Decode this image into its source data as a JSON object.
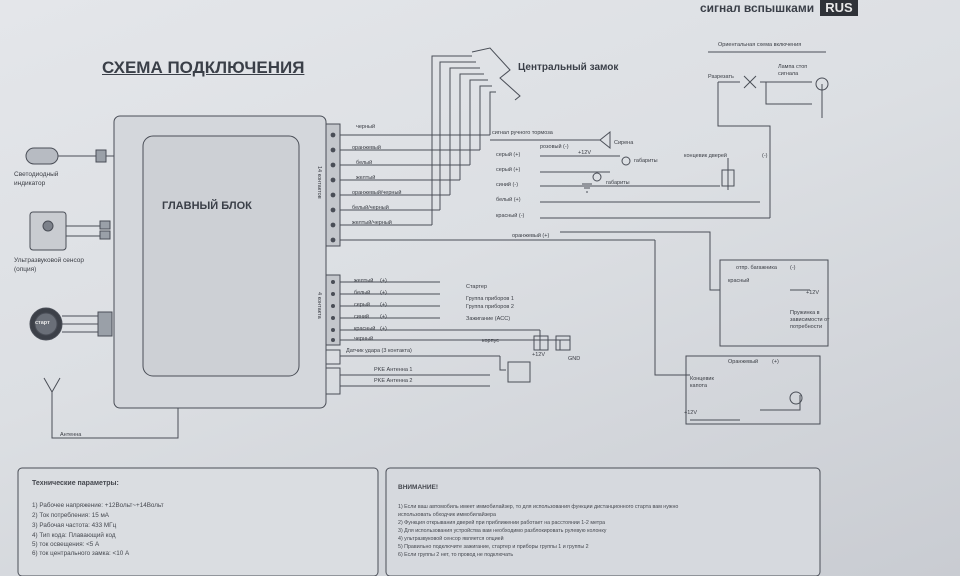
{
  "header": {
    "text": "сигнал вспышками",
    "lang_badge": "RUS"
  },
  "title": "СХЕМА ПОДКЛЮЧЕНИЯ",
  "main_unit": "ГЛАВНЫЙ БЛОК",
  "central_lock": "Центральный замок",
  "left_devices": {
    "led": "Светодиодный индикатор",
    "ultrasonic": "Ультразвуковой сенсор (опция)",
    "start_button": "старт",
    "antenna": "Антенна"
  },
  "top_wires": [
    {
      "color": "черный",
      "function": "сигнал ручного тормоза"
    },
    {
      "color": "оранжевый",
      "function": "розовый (-)"
    },
    {
      "color": "белый",
      "function": "серый (+)"
    },
    {
      "color": "желтый",
      "function": "серый (+)"
    },
    {
      "color": "оранжевый/черный",
      "function": "синий (-)"
    },
    {
      "color": "белый/черный",
      "function": "белый (+)"
    },
    {
      "color": "желтый/черный",
      "function": "красный (-)"
    },
    {
      "color": "",
      "function": "оранжевый (+)"
    }
  ],
  "siren": "Сирена",
  "plus12": "+12V",
  "gabarity": [
    "габариты",
    "габариты"
  ],
  "door_switch": "концевик дверей",
  "door_switch_polarity": "(-)",
  "right_top": {
    "title": "Ориентальная схема включения",
    "cut": "Разрезать",
    "brake": "Лампа стоп сигнала"
  },
  "trunk": {
    "title": "отпр. багажника",
    "polarity": "(-)",
    "red": "красный",
    "plus12": "+12V",
    "note": "Пружинка в зависимости от потребности"
  },
  "pin4": "4 контакта",
  "bottom_wires": [
    {
      "color": "желтый",
      "polarity": "(+)",
      "function": "Стартер"
    },
    {
      "color": "белый",
      "polarity": "(+)",
      "function": "Группа приборов 1"
    },
    {
      "color": "серый",
      "polarity": "(+)",
      "function": "Группа приборов 2"
    },
    {
      "color": "синий",
      "polarity": "(+)",
      "function": "Зажигание (ACC)"
    },
    {
      "color": "красный",
      "polarity": "(+)",
      "function": ""
    },
    {
      "color": "черный",
      "polarity": "",
      "function": "корпус"
    }
  ],
  "sensor": "Датчик удара (3 контакта)",
  "pke1": "PKE  Антенна  1",
  "pke2": "PKE  Антенна  2",
  "plus12v": "+12V",
  "gnd": "GND",
  "hood": {
    "color": "Оранжевый",
    "polarity": "(+)",
    "switch": "Концевик капота",
    "plus12": "+12V"
  },
  "specs": {
    "title": "Технические параметры:",
    "items": [
      "1) Рабочее напряжение: +12Вольт~+14Вольт",
      "2) Ток потребления: 15 мА",
      "3) Рабочая частота: 433 МГц",
      "4) Тип кода: Плавающий код",
      "5) ток освещения: <5 А",
      "6) ток центрального замка: <10 А"
    ]
  },
  "warning": {
    "title": "ВНИМАНИЕ!",
    "items": [
      "1) Если ваш автомобиль имеет иммобилайзер, то для использования функции дистанционного старта вам нужно",
      "использовать обходчик иммобилайзера",
      "2) Функция открывания дверей при приближении работает на расстоянии 1-2 метра",
      "3) Для использования устройства вам необходимо разблокировать рулевую колонку",
      "4) ультразвуковой сенсор является опцией",
      "5) Правильно подключите зажигание, стартер и приборы группы 1 и группы 2",
      "6) Если группы 2 нет, то провод не подключать"
    ]
  }
}
